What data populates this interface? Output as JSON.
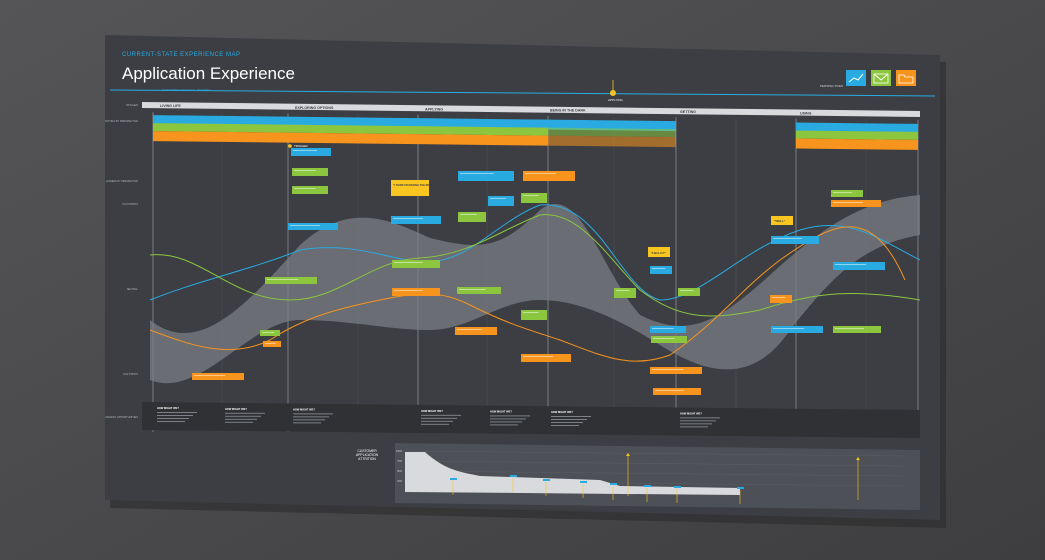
{
  "header": {
    "kicker": "CURRENT-STATE EXPERIENCE MAP",
    "title": "Application Experience",
    "subtitle": "CUSTOMER FINANCIAL JOURNEY",
    "perspectives_label": "PERSPECTIVES",
    "milestone_label": "APPLYING"
  },
  "perspective_icons": [
    {
      "name": "chart-icon",
      "color": "#29abe2"
    },
    {
      "name": "envelope-icon",
      "color": "#8cc63f"
    },
    {
      "name": "folder-icon",
      "color": "#f7941d"
    }
  ],
  "row_labels": {
    "stages": "STAGES",
    "activities": "ACTIVITIES BY PERSPECTIVE",
    "moments": "MOMENTS, EMOTIONS, & NEEDS BY PERSPECTIVE",
    "high": "HIGH POINTS",
    "neutral": "NEUTRAL",
    "low": "LOW POINTS",
    "business": "BUSINESS OPPORTUNITIES",
    "trigger": "TRIGGER"
  },
  "stages": [
    "LIVING LIFE",
    "EXPLORING OPTIONS",
    "APPLYING",
    "BEING IN THE DARK",
    "GETTING",
    "USING"
  ],
  "callouts": {
    "c1": "\"I THINK I'M MAKING THE RIGHT CHOICE\"",
    "c2": "\"HELLO?\"",
    "c3": "\"WELL\""
  },
  "business_headers": [
    "HOW MIGHT WE?",
    "HOW MIGHT WE?",
    "HOW MIGHT WE?",
    "HOW MIGHT WE?",
    "HOW MIGHT WE?",
    "HOW MIGHT WE?",
    "HOW MIGHT WE?"
  ],
  "attrition": {
    "title_line1": "CUSTOMER",
    "title_line2": "APPLICATION",
    "title_line3": "ATTRITION",
    "y_ticks": [
      "100%",
      "75%",
      "50%",
      "25%"
    ]
  },
  "colors": {
    "board": "#3c3e43",
    "blue": "#29abe2",
    "green": "#8cc63f",
    "orange": "#f7941d",
    "yellow": "#f9c520"
  }
}
